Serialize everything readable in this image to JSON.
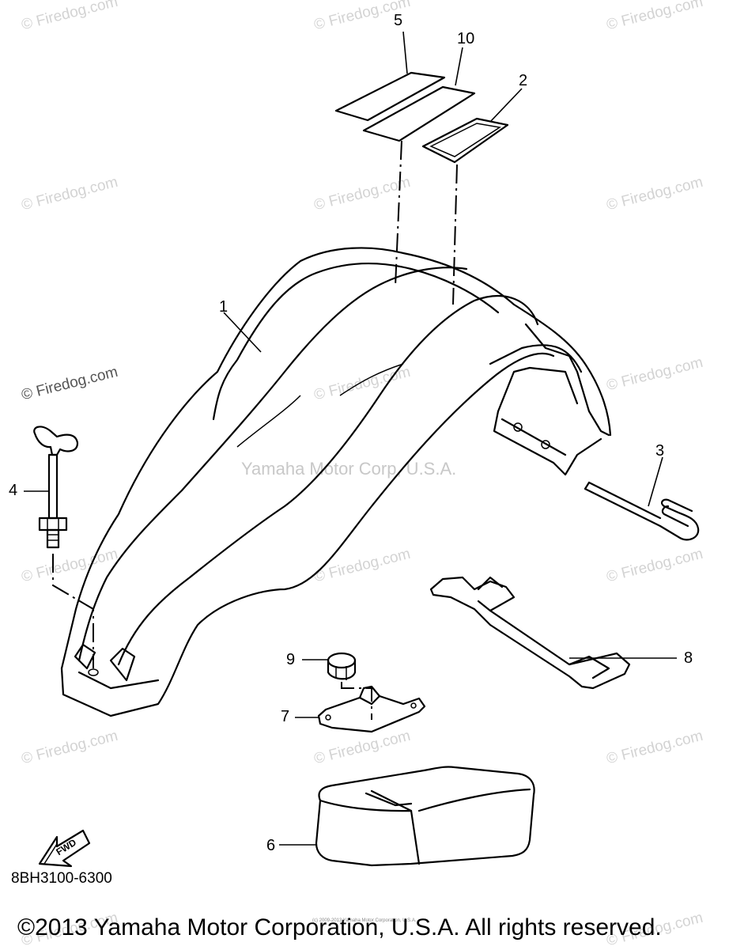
{
  "watermark": {
    "text": "© Firedog.com",
    "center_text": "Yamaha Motor Corp, U.S.A."
  },
  "callouts": {
    "c1": "1",
    "c2": "2",
    "c3": "3",
    "c4": "4",
    "c5": "5",
    "c6": "6",
    "c7": "7",
    "c8": "8",
    "c9": "9",
    "c10": "10"
  },
  "fwd_label": "FWD",
  "diagram_code": "8BH3100-6300",
  "copyright": "©2013 Yamaha Motor Corporation, U.S.A. All rights reserved.",
  "tiny_credit": "(c) 2009-2013 Yamaha Motor Corporation, U.S.A."
}
